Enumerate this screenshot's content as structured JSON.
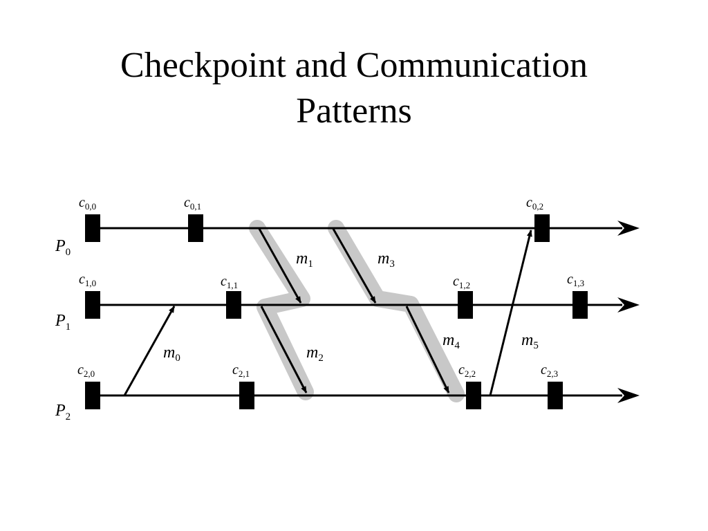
{
  "title": {
    "line1": "Checkpoint and Communication",
    "line2": "Patterns"
  },
  "processes": [
    {
      "name": "P",
      "index": "0"
    },
    {
      "name": "P",
      "index": "1"
    },
    {
      "name": "P",
      "index": "2"
    }
  ],
  "checkpoints": [
    {
      "base": "c",
      "sub": "0,0"
    },
    {
      "base": "c",
      "sub": "0,1"
    },
    {
      "base": "c",
      "sub": "0,2"
    },
    {
      "base": "c",
      "sub": "1,0"
    },
    {
      "base": "c",
      "sub": "1,1"
    },
    {
      "base": "c",
      "sub": "1,2"
    },
    {
      "base": "c",
      "sub": "1,3"
    },
    {
      "base": "c",
      "sub": "2,0"
    },
    {
      "base": "c",
      "sub": "2,1"
    },
    {
      "base": "c",
      "sub": "2,2"
    },
    {
      "base": "c",
      "sub": "2,3"
    }
  ],
  "messages": [
    {
      "base": "m",
      "sub": "0"
    },
    {
      "base": "m",
      "sub": "1"
    },
    {
      "base": "m",
      "sub": "2"
    },
    {
      "base": "m",
      "sub": "3"
    },
    {
      "base": "m",
      "sub": "4"
    },
    {
      "base": "m",
      "sub": "5"
    }
  ],
  "colors": {
    "highlight": "#c8c8c8",
    "ink": "#000000"
  }
}
